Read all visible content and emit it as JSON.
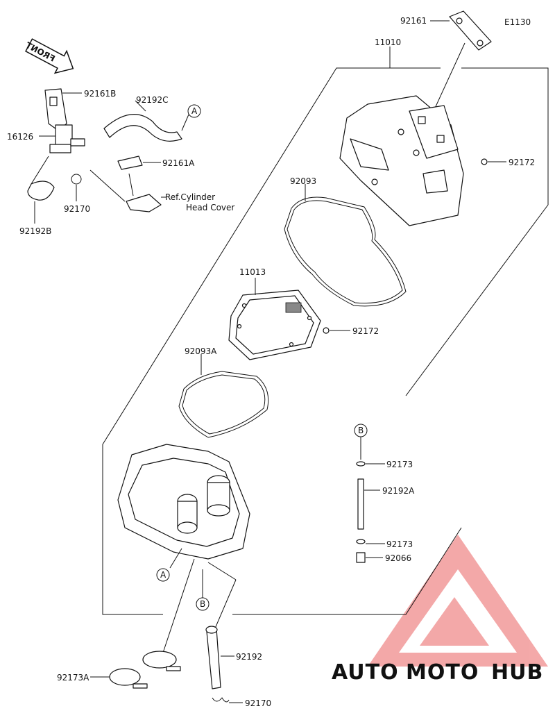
{
  "diagram_code": "E1130",
  "front_label": "FRONT",
  "parts": {
    "p92161": "92161",
    "p11010": "11010",
    "p92161B": "92161B",
    "p92192C": "92192C",
    "p16126": "16126",
    "p92161A": "92161A",
    "p92172_top": "92172",
    "p92093": "92093",
    "p92170_top": "92170",
    "p92192B": "92192B",
    "p11013": "11013",
    "p92172_mid": "92172",
    "p92093A": "92093A",
    "p92173_upper": "92173",
    "p92192A": "92192A",
    "p92173_lower": "92173",
    "p92066": "92066",
    "p92192": "92192",
    "p92173A": "92173A",
    "p92170_bottom": "92170"
  },
  "ref_note_line1": "Ref.Cylinder",
  "ref_note_line2": "Head Cover",
  "callouts": {
    "a_top": "A",
    "a_bottom": "A",
    "b_top": "B",
    "b_bottom": "B"
  },
  "watermark": {
    "text_part1": "AUTO",
    "text_part2": "MOTO",
    "text_part3": "HUB",
    "color_primary": "#ef8a8a",
    "color_secondary": "#f7c070",
    "color_dark": "#555555"
  }
}
